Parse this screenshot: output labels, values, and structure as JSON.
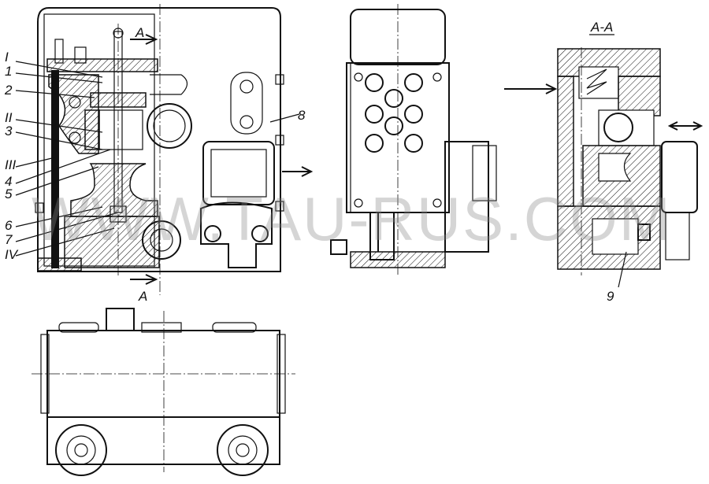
{
  "drawing": {
    "callouts_left": [
      "I",
      "1",
      "2",
      "II",
      "3",
      "III",
      "4",
      "5",
      "6",
      "7",
      "IV"
    ],
    "callout_8": "8",
    "callout_9": "9",
    "section_mark_top": "A",
    "section_mark_bottom": "A",
    "section_title": "A-A"
  },
  "watermark": "WWW.TAU-RUS.COM"
}
